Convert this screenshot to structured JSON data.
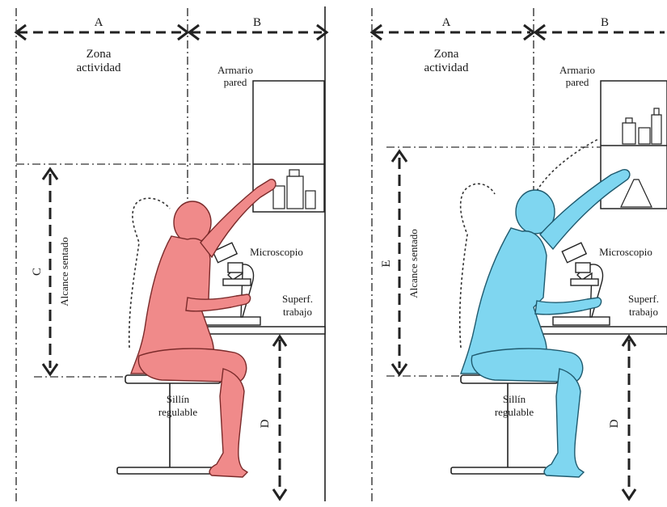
{
  "colors": {
    "left_figure": "#f08a8a",
    "right_figure": "#7fd6f0",
    "ink": "#1a1a1a",
    "dash_line": "#222222"
  },
  "panels": [
    {
      "id": "left",
      "label_A": "A",
      "label_B": "B",
      "zona_line1": "Zona",
      "zona_line2": "actividad",
      "armario_line1": "Armario",
      "armario_line2": "pared",
      "microscopio": "Microscopio",
      "superf_line1": "Superf.",
      "superf_line2": "trabajo",
      "sillin_line1": "Sillín",
      "sillin_line2": "regulable",
      "reach_letter": "C",
      "reach_text": "Alcance sentado",
      "height_letter": "D"
    },
    {
      "id": "right",
      "label_A": "A",
      "label_B": "B",
      "zona_line1": "Zona",
      "zona_line2": "actividad",
      "armario_line1": "Armario",
      "armario_line2": "pared",
      "microscopio": "Microscopio",
      "superf_line1": "Superf.",
      "superf_line2": "trabajo",
      "sillin_line1": "Sillín",
      "sillin_line2": "regulable",
      "reach_letter": "E",
      "reach_text": "Alcance sentado",
      "height_letter": "D"
    }
  ]
}
